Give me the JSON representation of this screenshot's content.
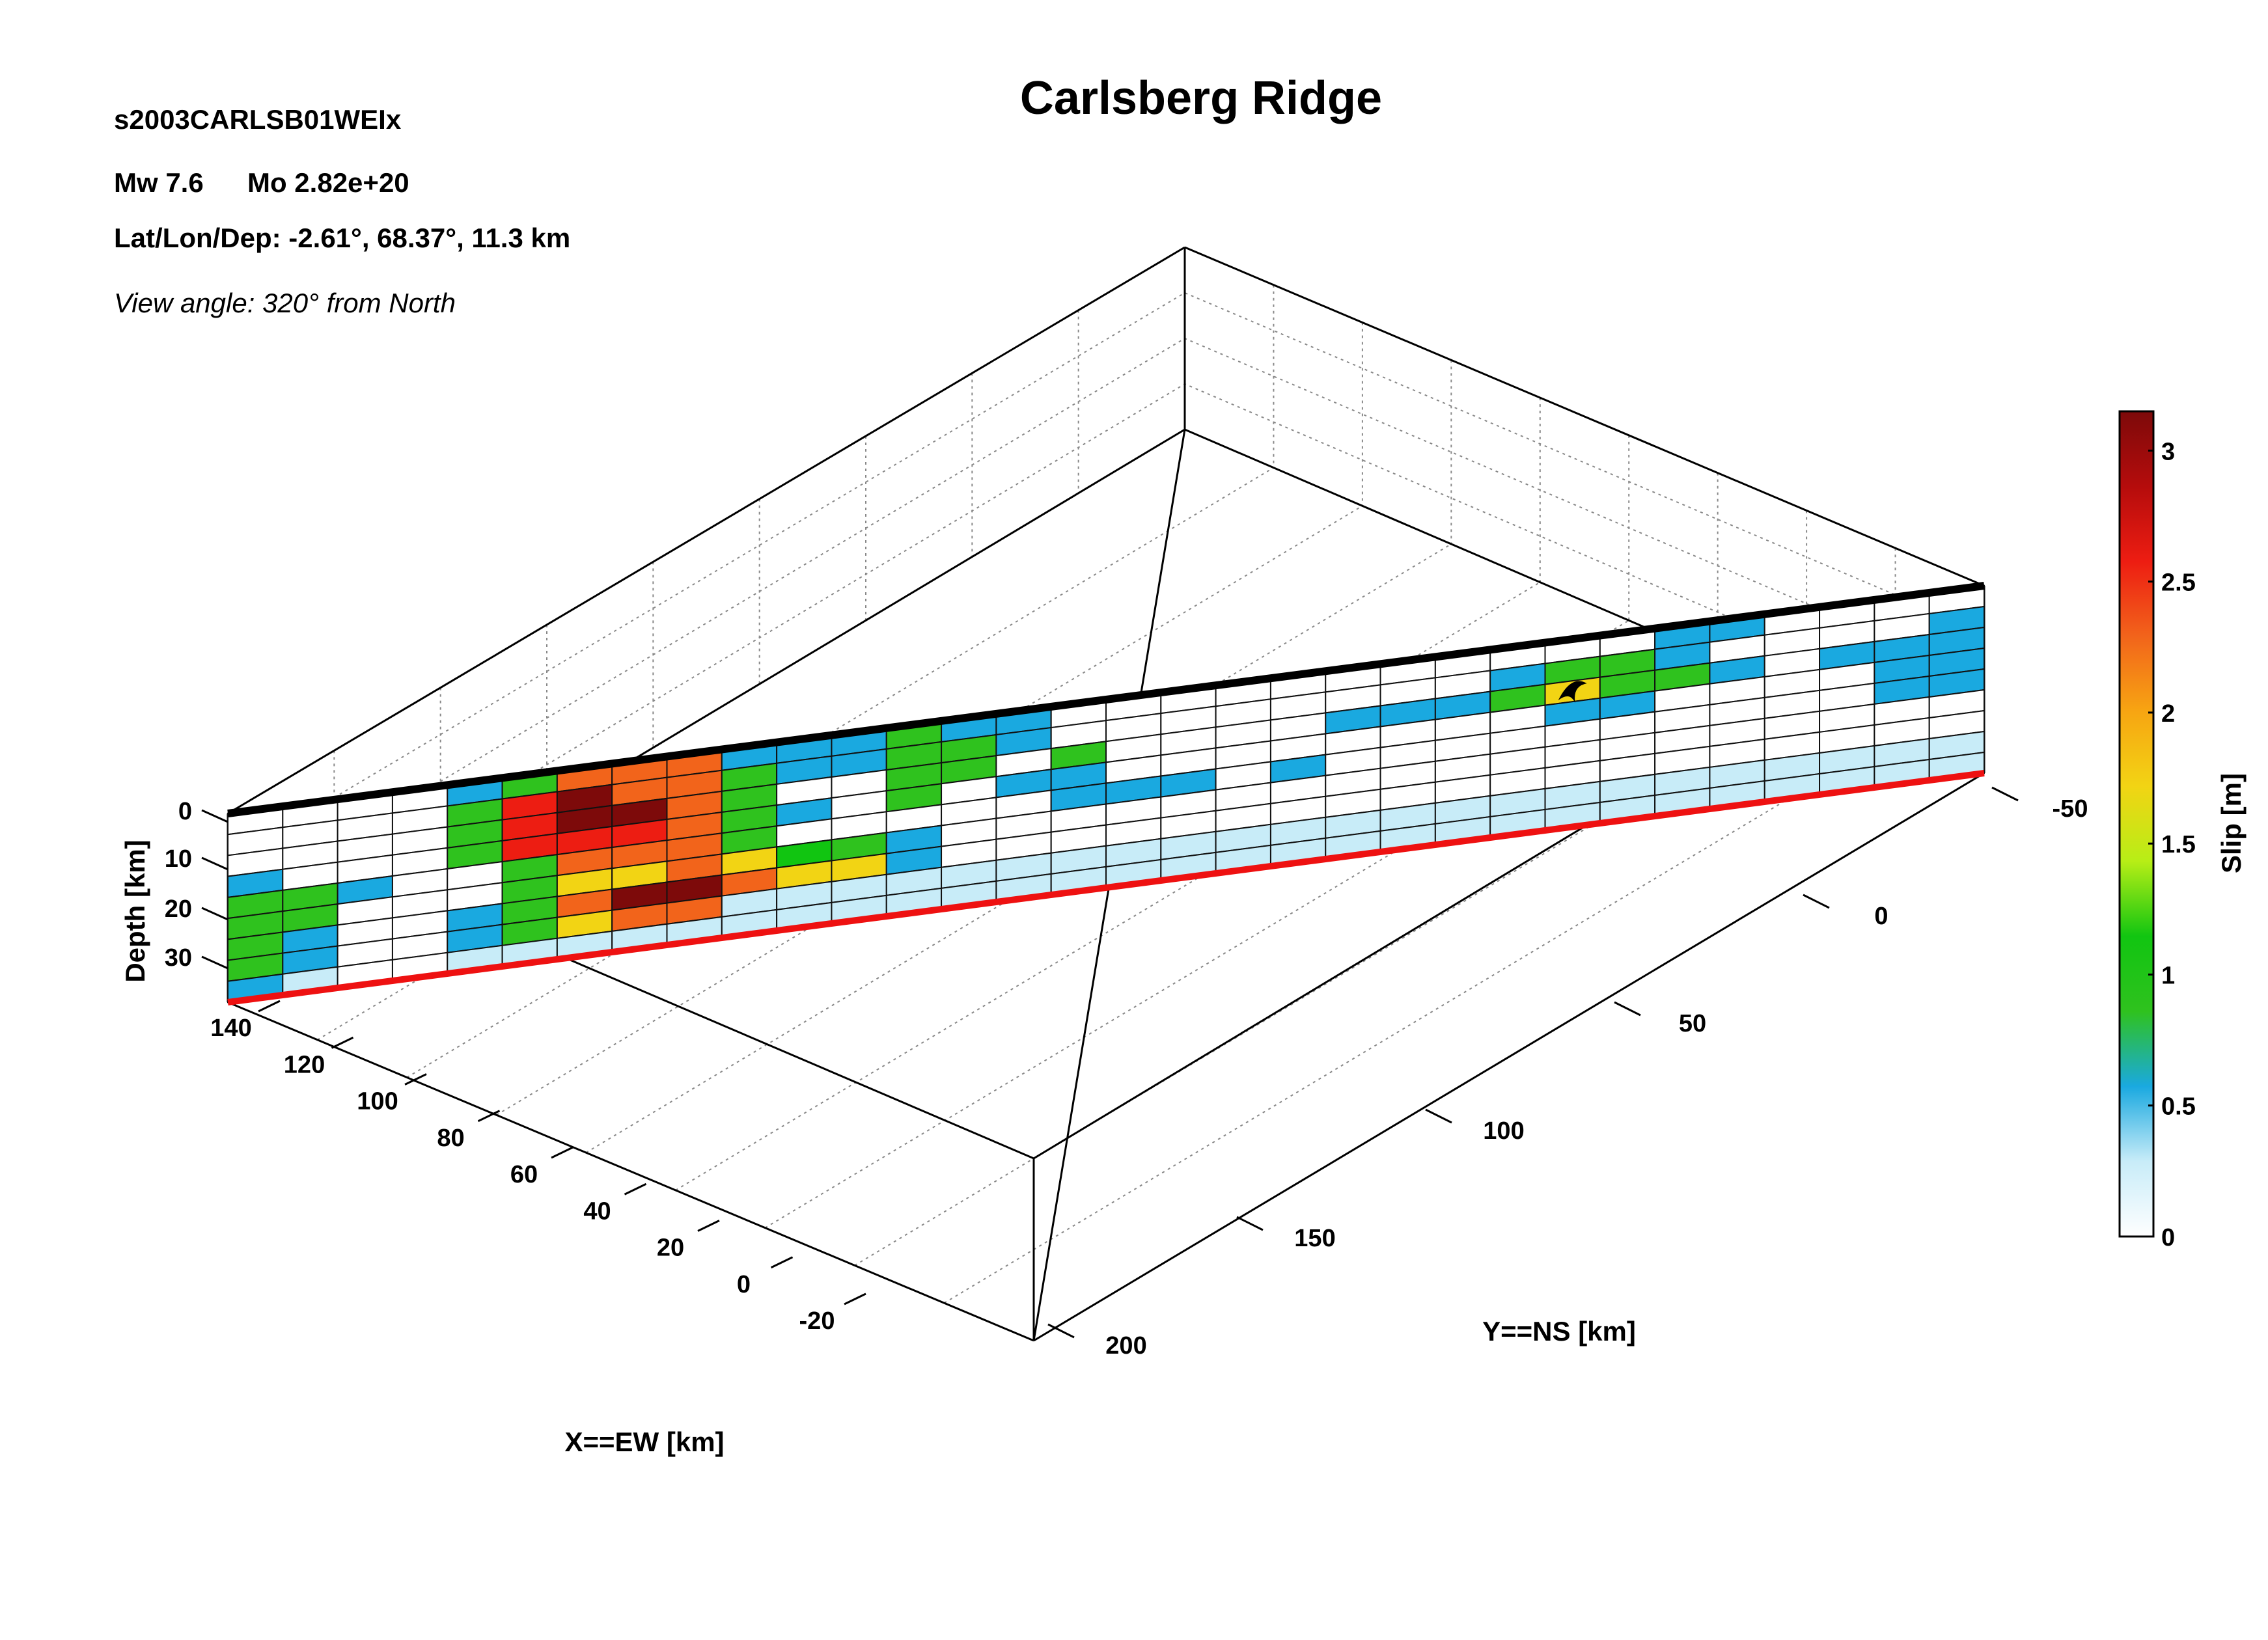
{
  "header": {
    "title": "Carlsberg Ridge",
    "event_id": "s2003CARLSB01WEIx",
    "mw": "Mw 7.6",
    "mo": "Mo 2.82e+20",
    "latlondep": "Lat/Lon/Dep: -2.61°, 68.37°, 11.3 km",
    "view_angle": "View angle: 320° from North"
  },
  "chart_data": {
    "type": "heatmap",
    "title": "Carlsberg Ridge",
    "xlabel": "X==EW [km]",
    "ylabel": "Y==NS [km]",
    "zlabel": "Depth [km]",
    "colorbar_label": "Slip [m]",
    "x_ticks": [
      "140",
      "120",
      "100",
      "80",
      "60",
      "40",
      "20",
      "0",
      "-20"
    ],
    "y_ticks": [
      "-50",
      "0",
      "50",
      "100",
      "150",
      "200"
    ],
    "depth_ticks": [
      "0",
      "10",
      "20",
      "30"
    ],
    "colorbar_ticks": [
      "0",
      "0.5",
      "1",
      "1.5",
      "2",
      "2.5",
      "3"
    ],
    "slip_range": [
      0,
      3.15
    ],
    "grid": true,
    "colorbar_position": "right",
    "fault_columns": 32,
    "fault_rows": 9,
    "slip": [
      [
        0.0,
        0.0,
        0.0,
        0.0,
        0.5,
        0.9,
        2.2,
        2.2,
        2.2,
        0.5,
        0.5,
        0.5,
        0.9,
        0.5,
        0.5,
        0.0,
        0.0,
        0.0,
        0.0,
        0.0,
        0.0,
        0.0,
        0.0,
        0.0,
        0.0,
        0.0,
        0.5,
        0.5,
        0.0,
        0.0,
        0.0,
        0.0
      ],
      [
        0.0,
        0.0,
        0.0,
        0.0,
        0.9,
        2.7,
        3.1,
        2.2,
        2.2,
        0.9,
        0.5,
        0.5,
        0.9,
        0.9,
        0.5,
        0.0,
        0.0,
        0.0,
        0.0,
        0.0,
        0.0,
        0.0,
        0.0,
        0.5,
        0.9,
        0.9,
        0.5,
        0.0,
        0.0,
        0.0,
        0.0,
        0.5
      ],
      [
        0.0,
        0.0,
        0.0,
        0.0,
        0.9,
        2.7,
        3.1,
        3.1,
        2.2,
        0.9,
        0.0,
        0.0,
        0.9,
        0.9,
        0.0,
        0.9,
        0.0,
        0.0,
        0.0,
        0.0,
        0.5,
        0.5,
        0.5,
        0.9,
        1.7,
        0.9,
        0.9,
        0.5,
        0.0,
        0.5,
        0.5,
        0.5
      ],
      [
        0.5,
        0.0,
        0.0,
        0.0,
        0.9,
        2.7,
        2.7,
        2.7,
        2.2,
        0.9,
        0.5,
        0.0,
        0.9,
        0.0,
        0.5,
        0.5,
        0.0,
        0.0,
        0.0,
        0.0,
        0.0,
        0.0,
        0.0,
        0.0,
        0.5,
        0.5,
        0.0,
        0.0,
        0.0,
        0.0,
        0.5,
        0.5
      ],
      [
        0.9,
        0.9,
        0.5,
        0.0,
        0.0,
        0.9,
        2.2,
        2.2,
        2.2,
        0.9,
        0.0,
        0.0,
        0.0,
        0.0,
        0.0,
        0.5,
        0.5,
        0.5,
        0.0,
        0.5,
        0.0,
        0.0,
        0.0,
        0.0,
        0.0,
        0.0,
        0.0,
        0.0,
        0.0,
        0.0,
        0.5,
        0.5
      ],
      [
        0.9,
        0.9,
        0.0,
        0.0,
        0.0,
        0.9,
        1.6,
        1.6,
        2.2,
        1.6,
        1.2,
        0.9,
        0.5,
        0.0,
        0.0,
        0.0,
        0.0,
        0.0,
        0.0,
        0.0,
        0.0,
        0.0,
        0.0,
        0.0,
        0.0,
        0.0,
        0.0,
        0.0,
        0.0,
        0.0,
        0.0,
        0.0
      ],
      [
        0.9,
        0.5,
        0.0,
        0.0,
        0.5,
        0.9,
        2.2,
        3.1,
        3.1,
        2.2,
        1.6,
        1.6,
        0.5,
        0.0,
        0.0,
        0.0,
        0.0,
        0.0,
        0.0,
        0.0,
        0.0,
        0.0,
        0.0,
        0.0,
        0.0,
        0.0,
        0.0,
        0.0,
        0.0,
        0.0,
        0.0,
        0.0
      ],
      [
        0.9,
        0.5,
        0.0,
        0.0,
        0.5,
        0.9,
        1.6,
        2.2,
        2.2,
        0.2,
        0.2,
        0.2,
        0.2,
        0.2,
        0.2,
        0.2,
        0.2,
        0.2,
        0.2,
        0.2,
        0.2,
        0.2,
        0.2,
        0.2,
        0.2,
        0.2,
        0.2,
        0.2,
        0.2,
        0.2,
        0.2,
        0.2
      ],
      [
        0.5,
        0.2,
        0.0,
        0.0,
        0.2,
        0.2,
        0.2,
        0.2,
        0.2,
        0.2,
        0.2,
        0.2,
        0.2,
        0.2,
        0.2,
        0.2,
        0.2,
        0.2,
        0.2,
        0.2,
        0.2,
        0.2,
        0.2,
        0.2,
        0.2,
        0.2,
        0.2,
        0.2,
        0.2,
        0.2,
        0.2,
        0.2
      ]
    ],
    "colormap": [
      "#ffffff",
      "#c8ecf8",
      "#1aa9e0",
      "#2fc21e",
      "#11c511",
      "#b7ee16",
      "#f2d414",
      "#f7a512",
      "#f2641b",
      "#ed1d12",
      "#b50c0c",
      "#7d0a0a"
    ],
    "fault_trace_color": "#ee1111",
    "hypocenter_column": 24,
    "hypocenter_row": 2
  }
}
